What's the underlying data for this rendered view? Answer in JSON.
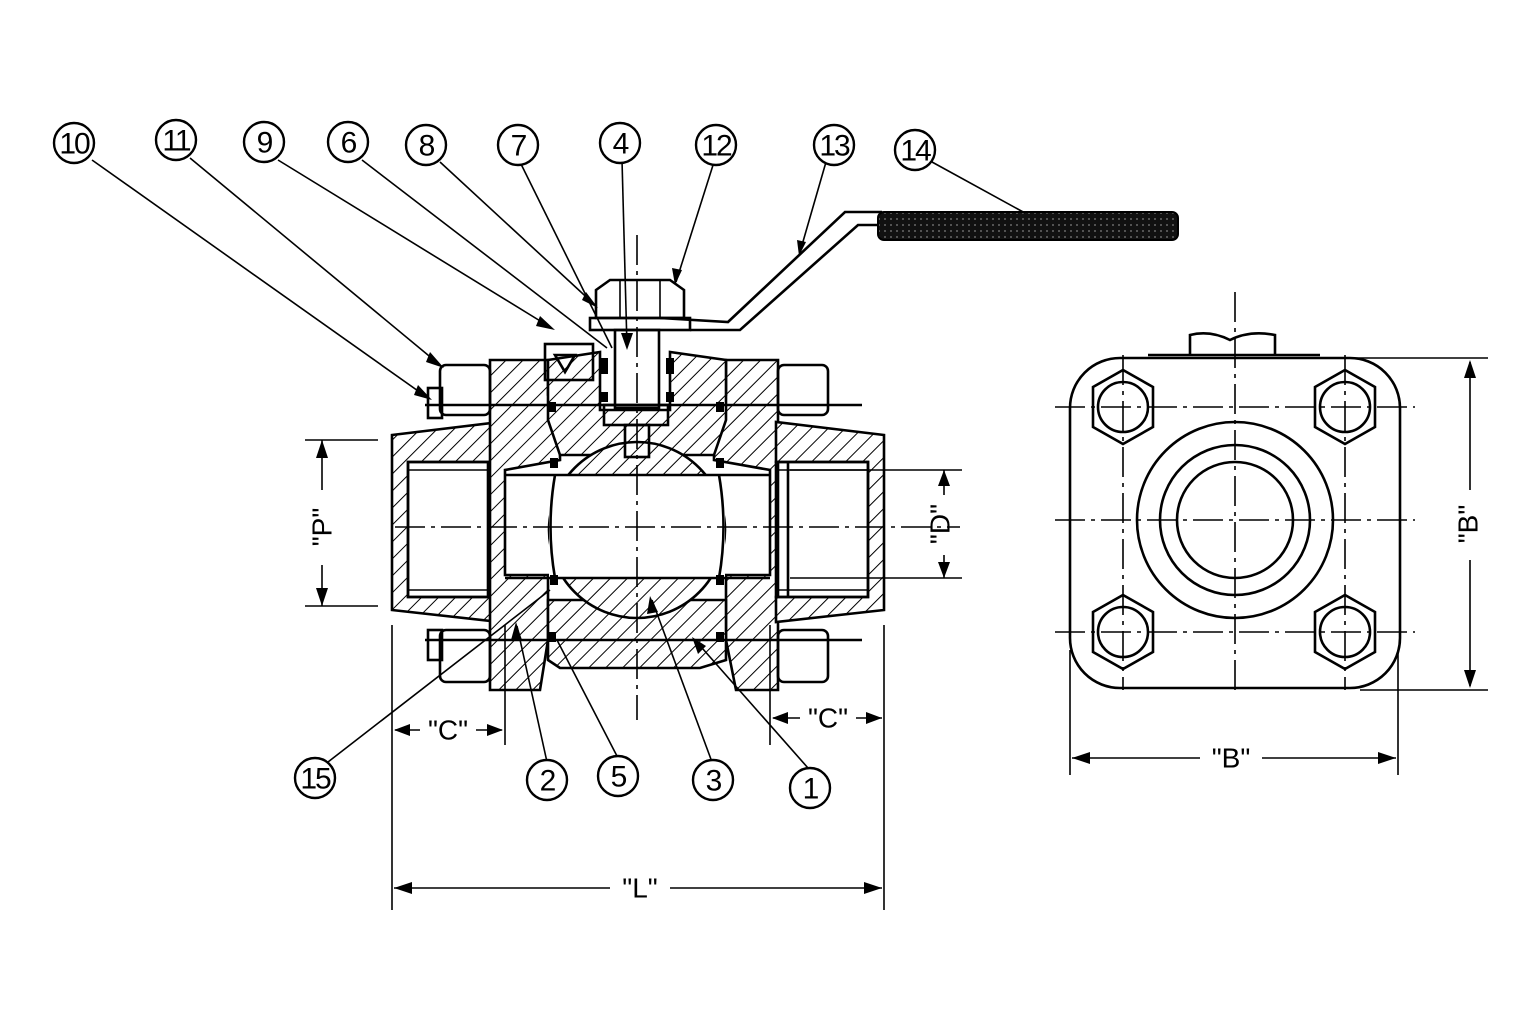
{
  "callouts": {
    "c10": "10",
    "c11": "11",
    "c9": "9",
    "c6": "6",
    "c8": "8",
    "c7": "7",
    "c4": "4",
    "c12": "12",
    "c13": "13",
    "c14": "14",
    "c15": "15",
    "c2": "2",
    "c5": "5",
    "c3": "3",
    "c1": "1"
  },
  "dimensions": {
    "p": "\"P\"",
    "d": "\"D\"",
    "c_left": "\"C\"",
    "c_right": "\"C\"",
    "l": "\"L\"",
    "b_vertical": "\"B\"",
    "b_horizontal": "\"B\""
  }
}
